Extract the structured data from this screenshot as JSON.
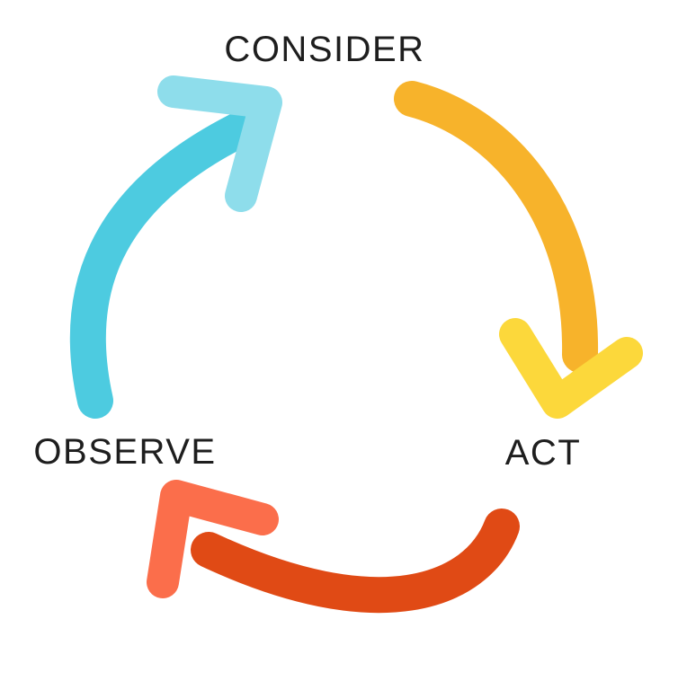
{
  "diagram": {
    "type": "cycle",
    "background": "#FFFFFF",
    "text_color": "#1E1E1E",
    "nodes": [
      {
        "id": "consider",
        "label": "CONSIDER",
        "position": "top"
      },
      {
        "id": "act",
        "label": "ACT",
        "position": "bottom-right"
      },
      {
        "id": "observe",
        "label": "OBSERVE",
        "position": "bottom-left"
      }
    ],
    "arrows": [
      {
        "id": "consider-to-act",
        "from": "consider",
        "to": "act",
        "arc_color": "#F7B32B",
        "head_color": "#FCD83B"
      },
      {
        "id": "act-to-observe",
        "from": "act",
        "to": "observe",
        "arc_color": "#E04A15",
        "head_color": "#FB6E4B"
      },
      {
        "id": "observe-to-consider",
        "from": "observe",
        "to": "consider",
        "arc_color": "#4DCBE0",
        "head_color": "#8EDDEB"
      }
    ],
    "flow": "clockwise"
  }
}
